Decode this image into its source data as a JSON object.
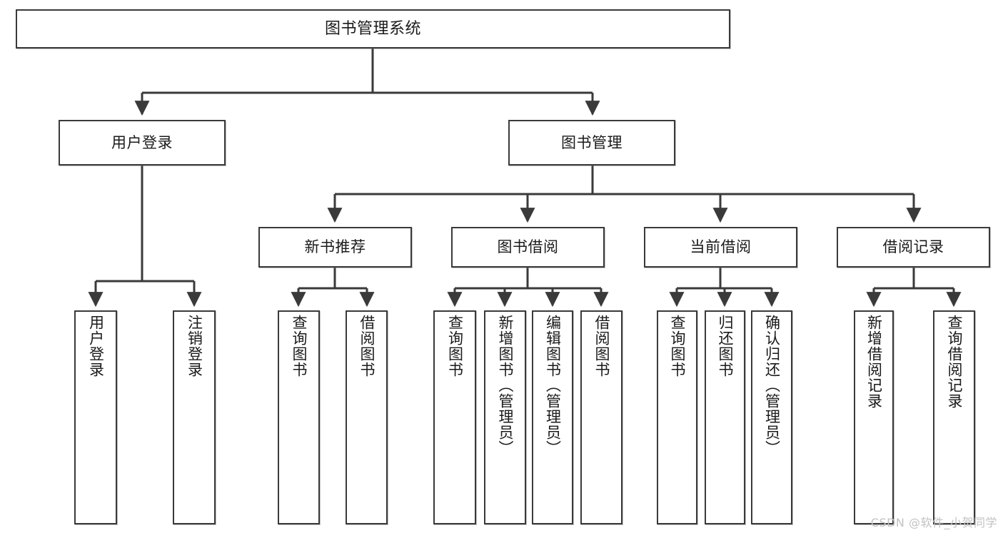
{
  "diagram": {
    "title": "图书管理系统",
    "watermark": "CSDN @软件_小贺同学",
    "line_color": "#3a3a3a",
    "box_fill": "#ffffff",
    "text_color": "#1a1a1a",
    "watermark_color": "#c2c2c2"
  },
  "nodes": {
    "root": {
      "label": "图书管理系统"
    },
    "level2": [
      {
        "label": "用户登录"
      },
      {
        "label": "图书管理"
      }
    ],
    "level3": [
      {
        "label": "新书推荐"
      },
      {
        "label": "图书借阅"
      },
      {
        "label": "当前借阅"
      },
      {
        "label": "借阅记录"
      }
    ],
    "leaves": {
      "user_login": [
        {
          "label": "用户登录"
        },
        {
          "label": "注销登录"
        }
      ],
      "new_book_recommend": [
        {
          "label": "查询图书"
        },
        {
          "label": "借阅图书"
        }
      ],
      "book_borrow": [
        {
          "label": "查询图书"
        },
        {
          "label": "新增图书（管理员）"
        },
        {
          "label": "编辑图书（管理员）"
        },
        {
          "label": "借阅图书"
        }
      ],
      "current_borrow": [
        {
          "label": "查询图书"
        },
        {
          "label": "归还图书"
        },
        {
          "label": "确认归还（管理员）"
        }
      ],
      "borrow_record": [
        {
          "label": "新增借阅记录"
        },
        {
          "label": "查询借阅记录"
        }
      ]
    }
  }
}
